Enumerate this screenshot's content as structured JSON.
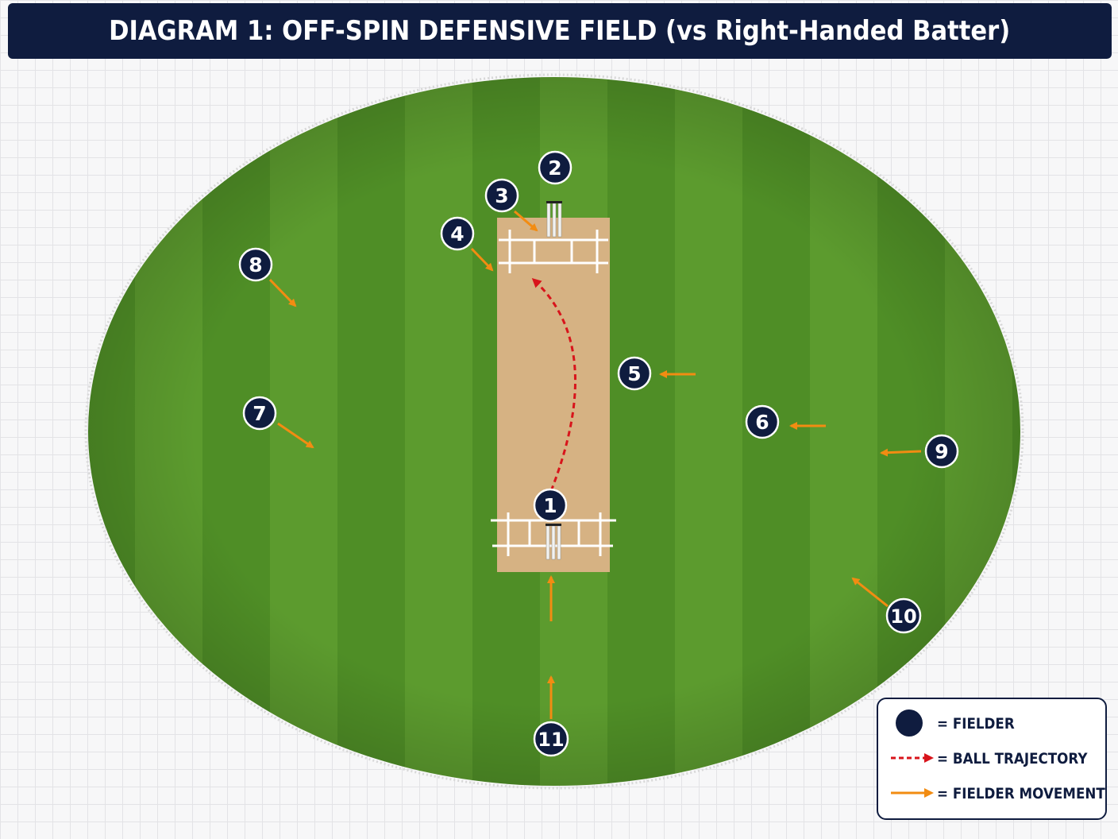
{
  "title": "DIAGRAM 1: OFF-SPIN DEFENSIVE FIELD (vs Right-Handed Batter)",
  "colors": {
    "title_bg": "#0f1c3f",
    "fielder": "#0f1c3f",
    "field_green": "#5a9a2c",
    "pitch": "#d9b586",
    "ball_trajectory": "#d8141b",
    "fielder_movement": "#f28c12"
  },
  "fielders": [
    {
      "label": "1"
    },
    {
      "label": "2"
    },
    {
      "label": "3"
    },
    {
      "label": "4"
    },
    {
      "label": "5"
    },
    {
      "label": "6"
    },
    {
      "label": "7"
    },
    {
      "label": "8"
    },
    {
      "label": "9"
    },
    {
      "label": "10"
    },
    {
      "label": "11"
    }
  ],
  "legend": {
    "fielder": "= FIELDER",
    "ball_trajectory": "= BALL TRAJECTORY",
    "fielder_movement": "= FIELDER MOVEMENT"
  }
}
